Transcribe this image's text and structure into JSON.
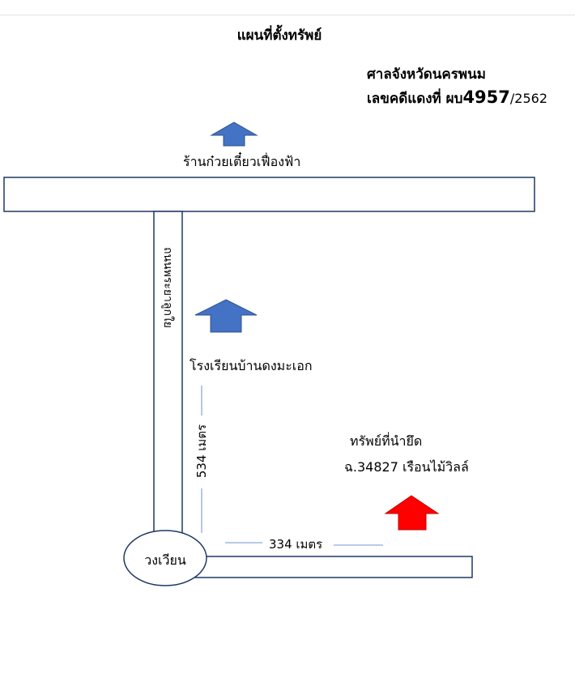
{
  "title": "แผนที่ตั้งทรัพย์",
  "court": "ศาลจังหวัดนครพนม",
  "case": {
    "prefix": "เลขคดีแดงที่ ผบ",
    "number": "4957",
    "year": "/2562"
  },
  "labels": {
    "shop": "ร้านก๋วยเตี๋ยวเฟื่องฟ้า",
    "road": "ถนนพระยาลูกใย",
    "school": "โรงเรียนบ้านดงมะเอก",
    "property_line1": "ทรัพย์ที่นำยึด",
    "property_line2": "ฉ.34827 เรือนไม้วิลล์",
    "distance_vertical": "534 เมตร",
    "distance_horizontal": "334 เมตร",
    "roundabout": "วงเวียน"
  },
  "colors": {
    "blue_arrow": "#4472C4",
    "red_arrow": "#FF0000",
    "road_outline": "#1F3864",
    "dimension_line": "#8EA9DB"
  }
}
